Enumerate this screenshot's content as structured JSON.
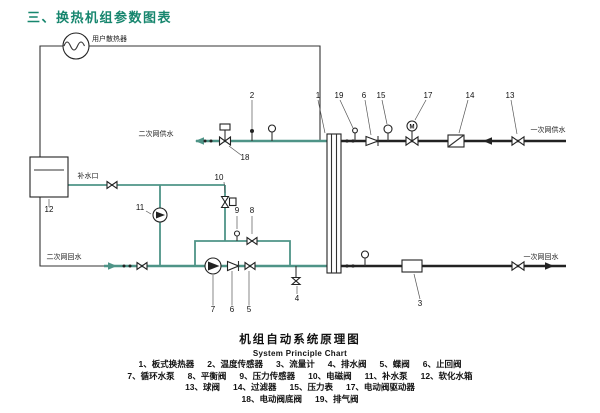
{
  "title": "三、换热机组参数图表",
  "colors": {
    "accent": "#17866e",
    "pipe_teal": "#4e9487",
    "pipe_black": "#222222"
  },
  "diagram": {
    "labels": {
      "radiator": "用户散热器",
      "secondary_supply": "二次网供水",
      "secondary_return": "二次网回水",
      "primary_supply": "一次网供水",
      "primary_return": "一次网回水",
      "makeup_port": "补水口",
      "motor": "M"
    },
    "callouts": {
      "c1": "1",
      "c2": "2",
      "c3": "3",
      "c4": "4",
      "c5": "5",
      "c6_top": "6",
      "c6_bottom": "6",
      "c7": "7",
      "c8": "8",
      "c9": "9",
      "c10": "10",
      "c11": "11",
      "c12": "12",
      "c13": "13",
      "c14": "14",
      "c15": "15",
      "c17": "17",
      "c18": "18",
      "c19": "19"
    }
  },
  "caption": {
    "title_zh": "机组自动系统原理图",
    "title_en": "System Principle Chart"
  },
  "legend": {
    "rows": [
      [
        "1、板式换热器",
        "2、温度传感器",
        "3、流量计",
        "4、排水阀",
        "5、蝶阀",
        "6、止回阀"
      ],
      [
        "7、循环水泵",
        "8、平衡阀",
        "9、压力传感器",
        "10、电磁阀",
        "11、补水泵",
        "12、软化水箱"
      ],
      [
        "13、球阀",
        "14、过滤器",
        "15、压力表",
        "17、电动阀驱动器"
      ],
      [
        "18、电动阀底阀",
        "19、排气阀"
      ]
    ]
  }
}
